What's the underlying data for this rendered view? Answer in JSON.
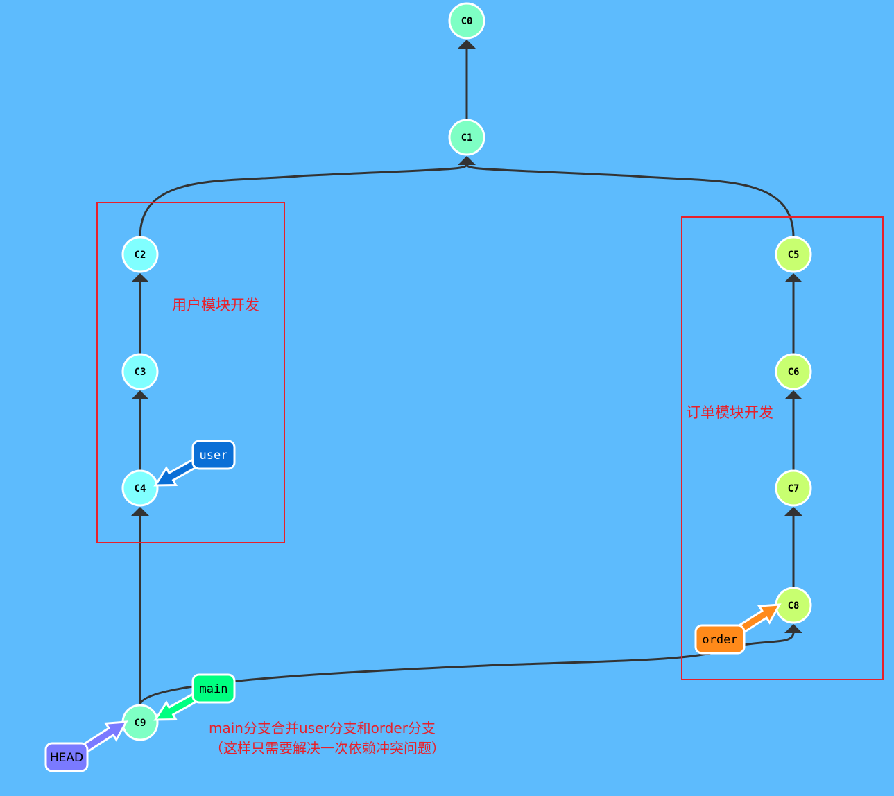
{
  "commits": [
    {
      "id": "C0",
      "color": "#7effc4"
    },
    {
      "id": "C1",
      "color": "#7effc4"
    },
    {
      "id": "C2",
      "color": "#80ffff"
    },
    {
      "id": "C3",
      "color": "#80ffff"
    },
    {
      "id": "C4",
      "color": "#80ffff"
    },
    {
      "id": "C5",
      "color": "#c8ff70"
    },
    {
      "id": "C6",
      "color": "#c8ff70"
    },
    {
      "id": "C7",
      "color": "#c8ff70"
    },
    {
      "id": "C8",
      "color": "#c8ff70"
    },
    {
      "id": "C9",
      "color": "#7effc4"
    }
  ],
  "edges": [
    {
      "child": "C1",
      "parent": "C0"
    },
    {
      "child": "C2",
      "parent": "C1"
    },
    {
      "child": "C5",
      "parent": "C1"
    },
    {
      "child": "C3",
      "parent": "C2"
    },
    {
      "child": "C4",
      "parent": "C3"
    },
    {
      "child": "C6",
      "parent": "C5"
    },
    {
      "child": "C7",
      "parent": "C6"
    },
    {
      "child": "C8",
      "parent": "C7"
    },
    {
      "child": "C9",
      "parent": "C4"
    },
    {
      "child": "C9",
      "parent": "C8"
    }
  ],
  "refs": [
    {
      "name": "user",
      "target": "C4",
      "color": "#0a6fd6",
      "text_color": "#ffffff"
    },
    {
      "name": "order",
      "target": "C8",
      "color": "#ff8a1a",
      "text_color": "#000000"
    },
    {
      "name": "main",
      "target": "C9",
      "color": "#00ff80",
      "text_color": "#000000"
    },
    {
      "name": "HEAD",
      "target": "C9",
      "color": "#7a7aff",
      "text_color": "#000000"
    }
  ],
  "notes": {
    "user_module": "用户模块开发",
    "order_module": "订单模块开发",
    "merge_line1": "main分支合并user分支和order分支",
    "merge_line2": "（这样只需要解决一次依赖冲突问题）"
  },
  "colors": {
    "background": "#5dbbfd",
    "edge": "#333333",
    "annotation": "#e8202a"
  }
}
